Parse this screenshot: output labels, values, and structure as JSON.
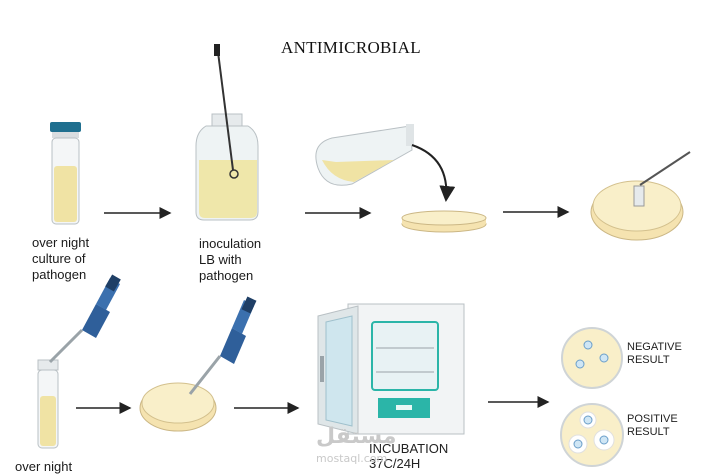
{
  "title": "ANTIMICROBIAL",
  "labels": {
    "step1": [
      "over night",
      "culture of",
      "pathogen"
    ],
    "step2": [
      "inoculation",
      "LB with",
      "pathogen"
    ],
    "step5": [
      "over night"
    ],
    "incubation": [
      "INCUBATION",
      "37C/24H"
    ]
  },
  "results": {
    "negative": [
      "NEGATIVE",
      "RESULT"
    ],
    "positive": [
      "POSITIVE",
      "RESULT"
    ]
  },
  "watermark": {
    "arabic": "مستقل",
    "latin": "mostaql.com"
  },
  "colors": {
    "medium": "#f2e6a8",
    "agar": "#f5e3b0",
    "pipette_blue": "#2f5f9a",
    "cap_blue": "#1f6f8f",
    "incubator_teal": "#2bb5a8"
  }
}
